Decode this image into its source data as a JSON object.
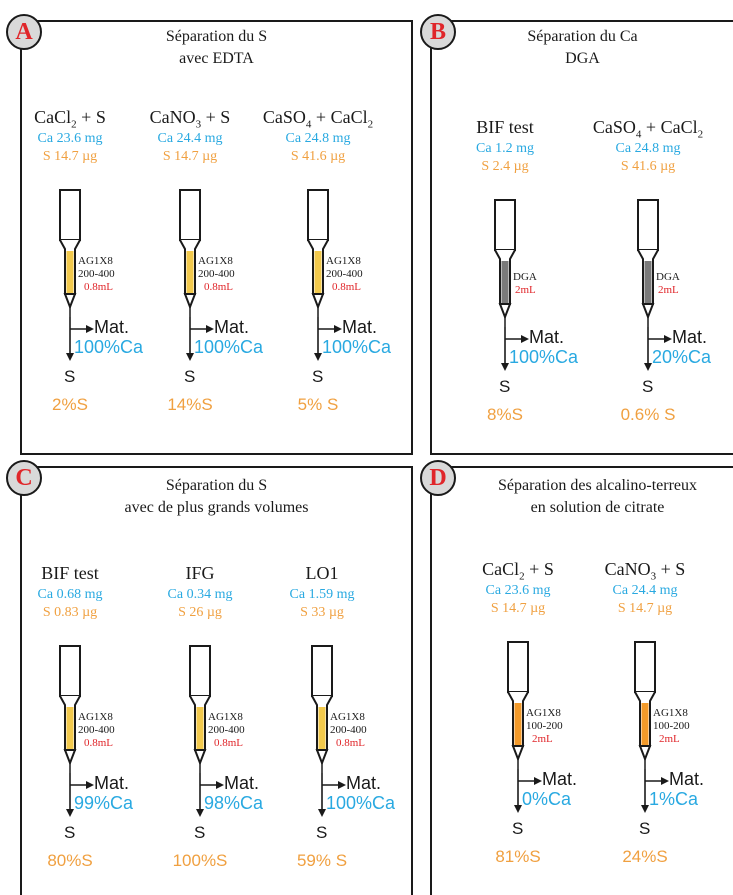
{
  "colors": {
    "calcium": "#29a9e1",
    "sulfur": "#f0a040",
    "volume": "#e0262a",
    "badge_letter": "#e0262a",
    "resin_yellow": "#f2c94c",
    "resin_gray": "#7a7a7a",
    "resin_orange": "#f39a2a"
  },
  "panels": {
    "A": {
      "badge": "A",
      "title1": "Séparation du S",
      "title2": "avec EDTA",
      "columns": [
        {
          "compound": "CaCl",
          "sub1": "2",
          "compound2": " + S",
          "sub2": "",
          "compound3": "",
          "ca": "Ca  23.6 mg",
          "s": "S  14.7 µg",
          "resin1": "AG1X8",
          "resin2": "200-400",
          "volume": "0.8mL",
          "mat": "Mat.",
          "ca_pct": "100%Ca",
          "s_label": "S",
          "s_pct": "2%S"
        },
        {
          "compound": "CaNO",
          "sub1": "3",
          "compound2": " + S",
          "sub2": "",
          "compound3": "",
          "ca": "Ca  24.4 mg",
          "s": "S  14.7 µg",
          "resin1": "AG1X8",
          "resin2": "200-400",
          "volume": "0.8mL",
          "mat": "Mat.",
          "ca_pct": "100%Ca",
          "s_label": "S",
          "s_pct": "14%S"
        },
        {
          "compound": "CaSO",
          "sub1": "4",
          "compound2": " + CaCl",
          "sub2": "2",
          "compound3": "",
          "ca": "Ca  24.8 mg",
          "s": "S  41.6 µg",
          "resin1": "AG1X8",
          "resin2": "200-400",
          "volume": "0.8mL",
          "mat": "Mat.",
          "ca_pct": "100%Ca",
          "s_label": "S",
          "s_pct": "5% S"
        }
      ]
    },
    "B": {
      "badge": "B",
      "title1": "Séparation du Ca",
      "title2": "DGA",
      "columns": [
        {
          "compound": "BIF test",
          "sub1": "",
          "compound2": "",
          "sub2": "",
          "compound3": "",
          "ca": "Ca  1.2 mg",
          "s": "S  2.4 µg",
          "resin1": "DGA",
          "resin2": "",
          "volume": "2mL",
          "mat": "Mat.",
          "ca_pct": "100%Ca",
          "s_label": "S",
          "s_pct": "8%S"
        },
        {
          "compound": "CaSO",
          "sub1": "4",
          "compound2": " + CaCl",
          "sub2": "2",
          "compound3": "",
          "ca": "Ca  24.8 mg",
          "s": "S  41.6 µg",
          "resin1": "DGA",
          "resin2": "",
          "volume": "2mL",
          "mat": "Mat.",
          "ca_pct": "20%Ca",
          "s_label": "S",
          "s_pct": "0.6% S"
        }
      ]
    },
    "C": {
      "badge": "C",
      "title1": "Séparation du S",
      "title2": "avec de plus grands volumes",
      "columns": [
        {
          "compound": "BIF test",
          "sub1": "",
          "compound2": "",
          "sub2": "",
          "compound3": "",
          "ca": "Ca  0.68 mg",
          "s": "S  0.83 µg",
          "resin1": "AG1X8",
          "resin2": "200-400",
          "volume": "0.8mL",
          "mat": "Mat.",
          "ca_pct": "99%Ca",
          "s_label": "S",
          "s_pct": "80%S"
        },
        {
          "compound": "IFG",
          "sub1": "",
          "compound2": "",
          "sub2": "",
          "compound3": "",
          "ca": "Ca  0.34 mg",
          "s": "S  26 µg",
          "resin1": "AG1X8",
          "resin2": "200-400",
          "volume": "0.8mL",
          "mat": "Mat.",
          "ca_pct": "98%Ca",
          "s_label": "S",
          "s_pct": "100%S"
        },
        {
          "compound": "LO1",
          "sub1": "",
          "compound2": "",
          "sub2": "",
          "compound3": "",
          "ca": "Ca  1.59 mg",
          "s": "S  33 µg",
          "resin1": "AG1X8",
          "resin2": "200-400",
          "volume": "0.8mL",
          "mat": "Mat.",
          "ca_pct": "100%Ca",
          "s_label": "S",
          "s_pct": "59% S"
        }
      ]
    },
    "D": {
      "badge": "D",
      "title1": "Séparation des alcalino-terreux",
      "title2": "en solution de citrate",
      "columns": [
        {
          "compound": "CaCl",
          "sub1": "2",
          "compound2": " + S",
          "sub2": "",
          "compound3": "",
          "ca": "Ca  23.6 mg",
          "s": "S  14.7 µg",
          "resin1": "AG1X8",
          "resin2": "100-200",
          "volume": "2mL",
          "mat": "Mat.",
          "ca_pct": "0%Ca",
          "s_label": "S",
          "s_pct": "81%S"
        },
        {
          "compound": "CaNO",
          "sub1": "3",
          "compound2": " + S",
          "sub2": "",
          "compound3": "",
          "ca": "Ca  24.4 mg",
          "s": "S  14.7 µg",
          "resin1": "AG1X8",
          "resin2": "100-200",
          "volume": "2mL",
          "mat": "Mat.",
          "ca_pct": "1%Ca",
          "s_label": "S",
          "s_pct": "24%S"
        }
      ]
    }
  }
}
